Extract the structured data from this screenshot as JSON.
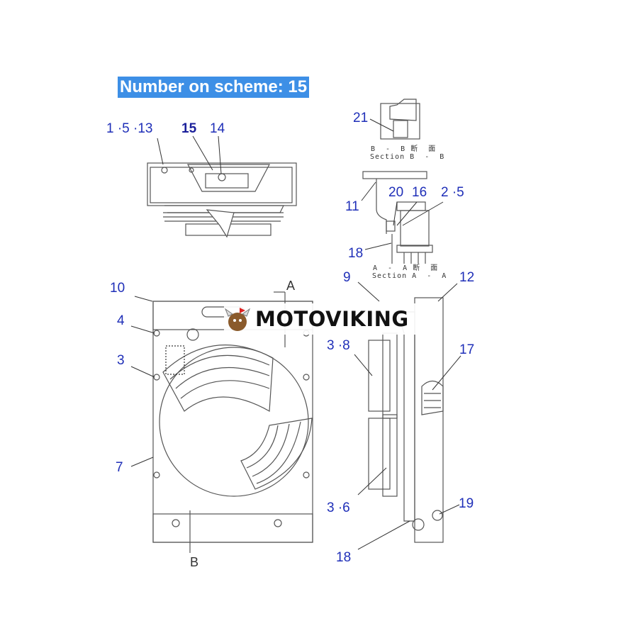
{
  "banner": {
    "text": "Number on scheme: 15",
    "color": "#3d8fe6"
  },
  "watermark": {
    "text": "MOTOVIKING"
  },
  "label_color": "#1f2fb8",
  "callouts": {
    "top_view": {
      "c1": "1 ·5 ·13",
      "c2": "15",
      "c3": "14"
    },
    "section_b": {
      "c21": "21",
      "caption_jp": "B  -  B 断  面",
      "caption_en": "Section B  -  B"
    },
    "section_a": {
      "c11": "11",
      "c20": "20",
      "c16": "16",
      "c25": "2 ·5",
      "c18": "18",
      "caption_jp": "A  -  A 断  面",
      "caption_en": "Section A  -  A"
    },
    "front_view": {
      "c10": "10",
      "c4": "4",
      "c3": "3",
      "c7": "7",
      "marker_a": "A",
      "marker_b": "B"
    },
    "side_view": {
      "c9": "9",
      "c12": "12",
      "c38": "3 ·8",
      "c17": "17",
      "c36": "3 ·6",
      "c19": "19",
      "c18": "18"
    }
  }
}
